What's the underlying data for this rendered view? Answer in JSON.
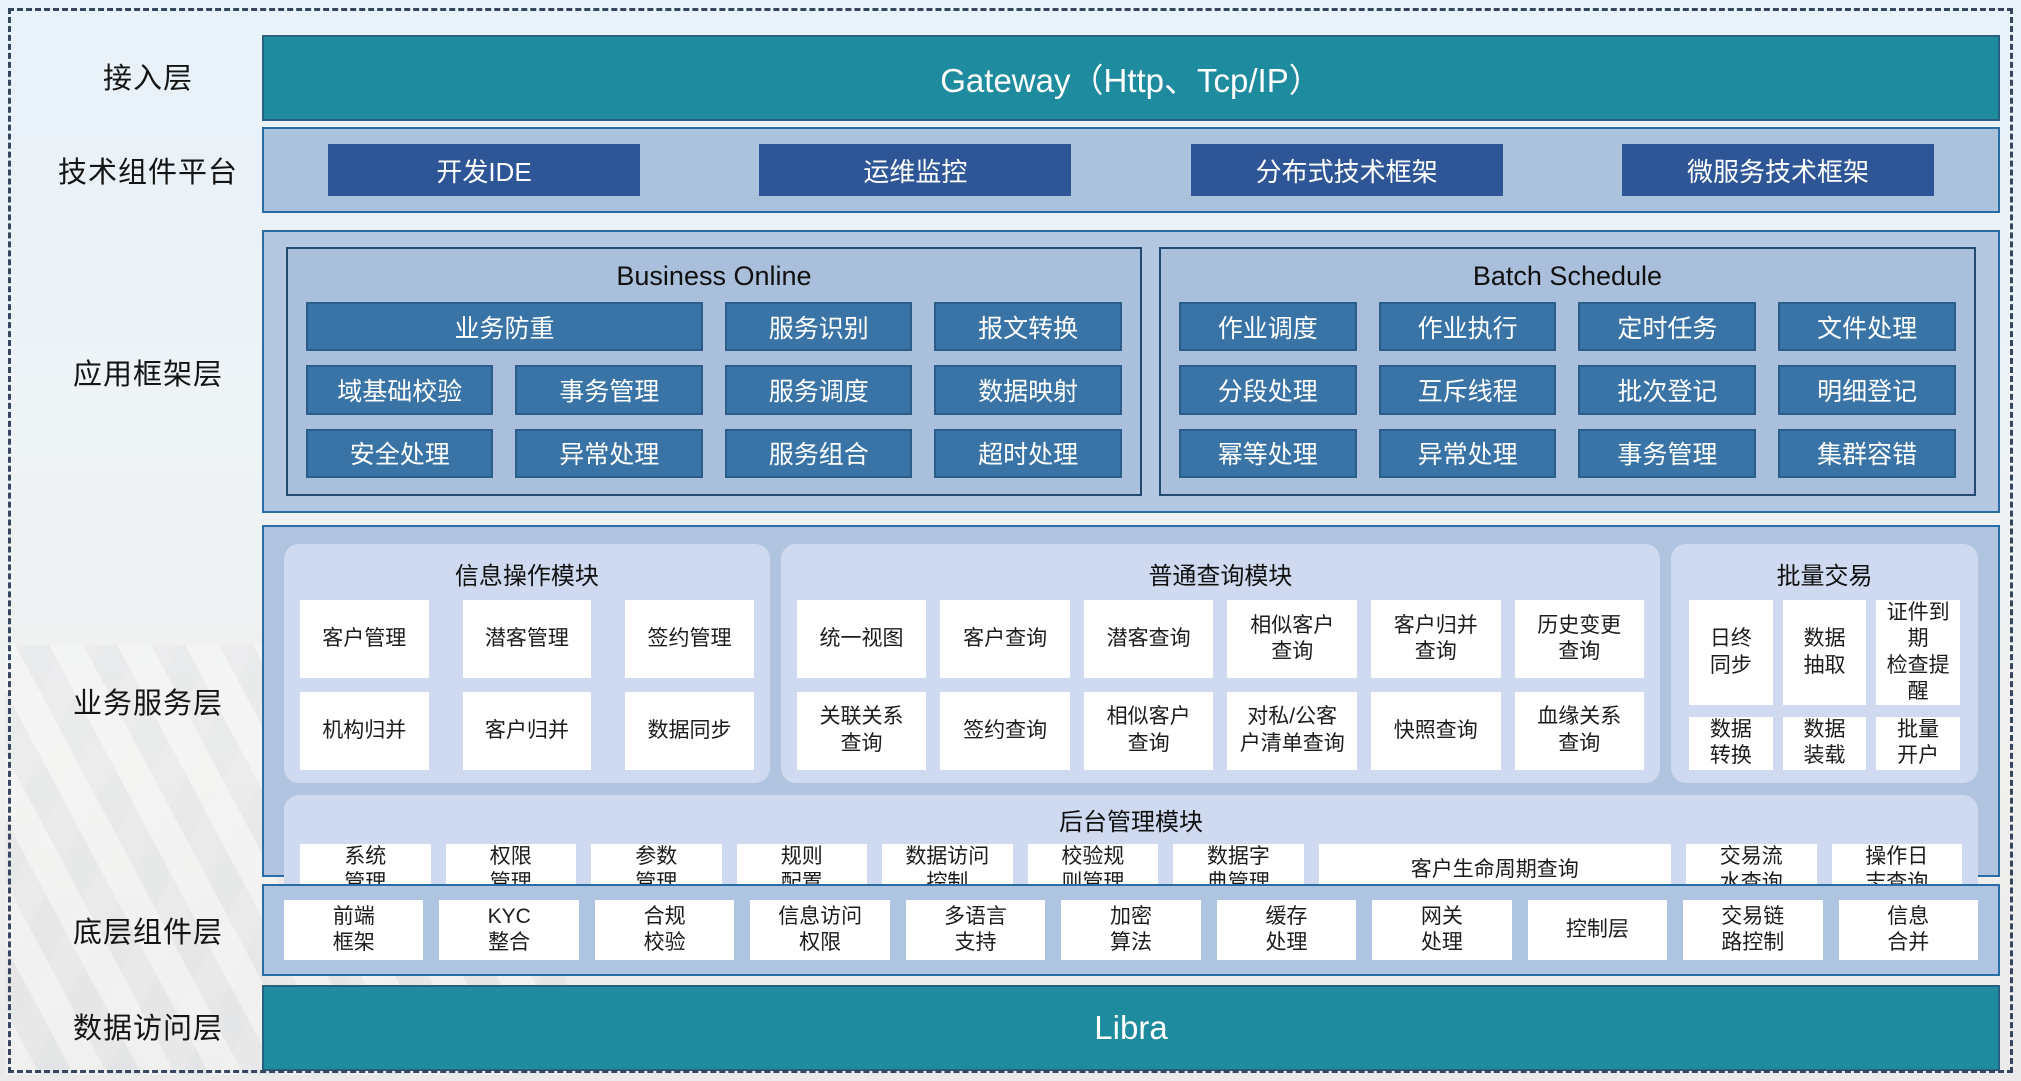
{
  "palette": {
    "teal": "#1f8b9e",
    "teal_border": "#27617f",
    "navy_button": "#2e5697",
    "container_fill": "#b2c6e0",
    "container_border": "#2a6ca6",
    "panel_fill": "#a9bfdb",
    "panel_border": "#24496f",
    "mid_button": "#3a74a6",
    "module_fill": "#cfdaf0",
    "box_fill": "#ffffff"
  },
  "layers": {
    "access": {
      "label": "接入层",
      "bar": "Gateway（Http、Tcp/IP）"
    },
    "tech": {
      "label": "技术组件平台",
      "items": [
        "开发IDE",
        "运维监控",
        "分布式技术框架",
        "微服务技术框架"
      ]
    },
    "app_framework": {
      "label": "应用框架层",
      "panels": [
        {
          "title": "Business Online",
          "rows": [
            [
              {
                "label": "业务防重",
                "span": 2
              },
              {
                "label": "服务识别"
              },
              {
                "label": "报文转换"
              }
            ],
            [
              {
                "label": "域基础校验"
              },
              {
                "label": "事务管理"
              },
              {
                "label": "服务调度"
              },
              {
                "label": "数据映射"
              }
            ],
            [
              {
                "label": "安全处理"
              },
              {
                "label": "异常处理"
              },
              {
                "label": "服务组合"
              },
              {
                "label": "超时处理"
              }
            ]
          ]
        },
        {
          "title": "Batch Schedule",
          "rows": [
            [
              {
                "label": "作业调度"
              },
              {
                "label": "作业执行"
              },
              {
                "label": "定时任务"
              },
              {
                "label": "文件处理"
              }
            ],
            [
              {
                "label": "分段处理"
              },
              {
                "label": "互斥线程"
              },
              {
                "label": "批次登记"
              },
              {
                "label": "明细登记"
              }
            ],
            [
              {
                "label": "幂等处理"
              },
              {
                "label": "异常处理"
              },
              {
                "label": "事务管理"
              },
              {
                "label": "集群容错"
              }
            ]
          ]
        }
      ]
    },
    "business_service": {
      "label": "业务服务层",
      "modules": [
        {
          "title": "信息操作模块",
          "cols": 3,
          "items": [
            "客户管理",
            "潜客管理",
            "签约管理",
            "机构归并",
            "客户归并",
            "数据同步"
          ]
        },
        {
          "title": "普通查询模块",
          "cols": 6,
          "items": [
            "统一视图",
            "客户查询",
            "潜客查询",
            "相似客户\n查询",
            "客户归并\n查询",
            "历史变更\n查询",
            "关联关系\n查询",
            "签约查询",
            "相似客户\n查询",
            "对私/公客\n户清单查询",
            "快照查询",
            "血缘关系\n查询"
          ]
        },
        {
          "title": "批量交易",
          "cols": 3,
          "items": [
            "日终\n同步",
            "数据\n抽取",
            "证件到期\n检查提醒",
            "数据\n转换",
            "数据\n装载",
            "批量\n开户"
          ]
        }
      ],
      "admin": {
        "title": "后台管理模块",
        "items": [
          {
            "label": "系统\n管理"
          },
          {
            "label": "权限\n管理"
          },
          {
            "label": "参数\n管理"
          },
          {
            "label": "规则\n配置"
          },
          {
            "label": "数据访问\n控制"
          },
          {
            "label": "校验规\n则管理"
          },
          {
            "label": "数据字\n典管理"
          },
          {
            "label": "客户生命周期查询",
            "wide": true
          },
          {
            "label": "交易流\n水查询"
          },
          {
            "label": "操作日\n志查询"
          }
        ]
      }
    },
    "base_components": {
      "label": "底层组件层",
      "items": [
        "前端\n框架",
        "KYC\n整合",
        "合规\n校验",
        "信息访问\n权限",
        "多语言\n支持",
        "加密\n算法",
        "缓存\n处理",
        "网关\n处理",
        "控制层",
        "交易链\n路控制",
        "信息\n合并"
      ]
    },
    "data_access": {
      "label": "数据访问层",
      "bar": "Libra"
    }
  }
}
